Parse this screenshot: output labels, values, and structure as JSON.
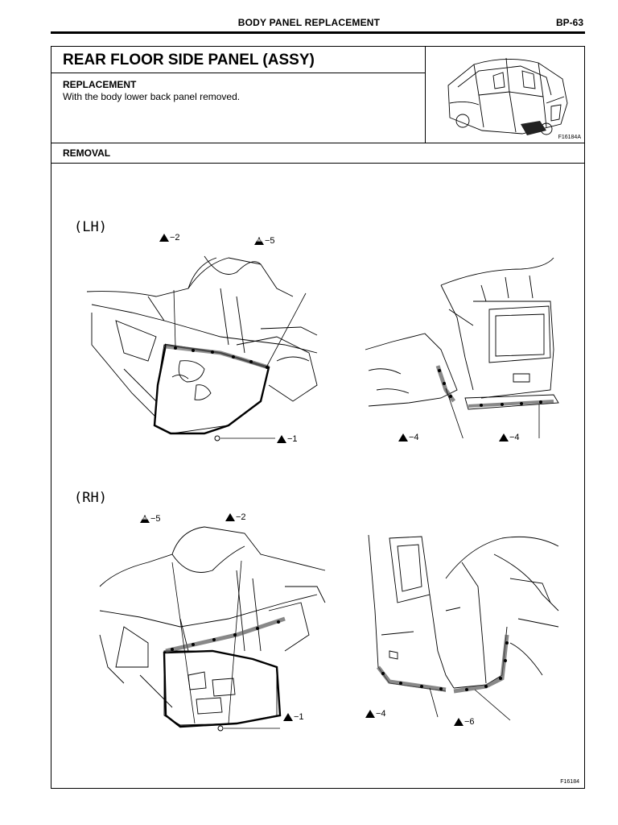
{
  "header": {
    "title": "BODY PANEL REPLACEMENT",
    "page": "BP-63"
  },
  "section": {
    "title": "REAR FLOOR SIDE PANEL (ASSY)"
  },
  "replacement": {
    "heading": "REPLACEMENT",
    "text": "With the body lower back panel removed."
  },
  "thumbnail": {
    "code": "F16184A"
  },
  "removal": {
    "heading": "REMOVAL"
  },
  "figure": {
    "code": "F16184",
    "lh": {
      "label": "(LH)",
      "callouts": [
        "−2",
        "−5",
        "−1",
        "−4",
        "−4"
      ]
    },
    "rh": {
      "label": "(RH)",
      "callouts": [
        "−5",
        "−2",
        "−1",
        "−4",
        "−6"
      ]
    }
  }
}
